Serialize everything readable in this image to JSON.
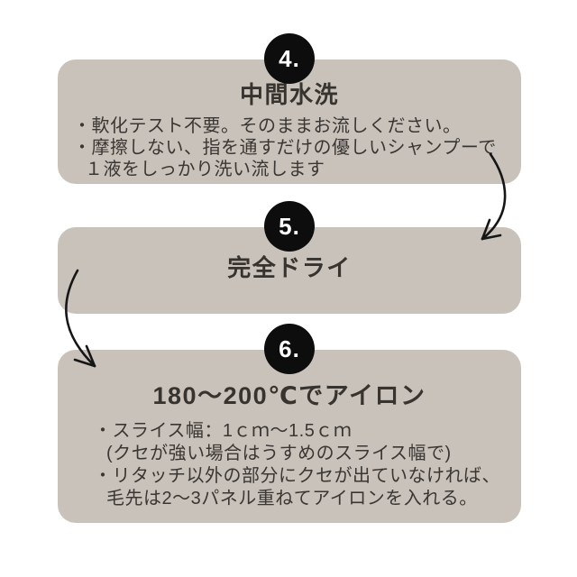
{
  "page": {
    "background_color": "#ffffff"
  },
  "colors": {
    "card_background": "#c9c2ba",
    "badge_background": "#0d0d0d",
    "badge_text": "#ffffff",
    "text": "#3a3633",
    "arrow": "#161616"
  },
  "steps": [
    {
      "number": "4.",
      "title": "中間水洗",
      "lines": [
        {
          "text": "・軟化テスト不要。そのままお流しください。",
          "indent": false
        },
        {
          "text": "・摩擦しない、指を通すだけの優しいシャンプーで",
          "indent": false
        },
        {
          "text": "１液をしっかり洗い流します",
          "indent": true
        }
      ]
    },
    {
      "number": "5.",
      "title": "完全ドライ",
      "lines": []
    },
    {
      "number": "6.",
      "title": "180〜200℃でアイロン",
      "lines": [
        {
          "text": "・スライス幅：1ｃｍ〜1.5ｃｍ",
          "indent": false
        },
        {
          "text": "(クセが強い場合はうすめのスライス幅で)",
          "indent": true
        },
        {
          "text": "・リタッチ以外の部分にクセが出ていなければ、",
          "indent": false
        },
        {
          "text": "毛先は2〜3パネル重ねてアイロンを入れる。",
          "indent": true
        }
      ]
    }
  ],
  "arrows": [
    {
      "name": "step4-to-step5",
      "side": "right"
    },
    {
      "name": "step5-to-step6",
      "side": "left"
    }
  ]
}
